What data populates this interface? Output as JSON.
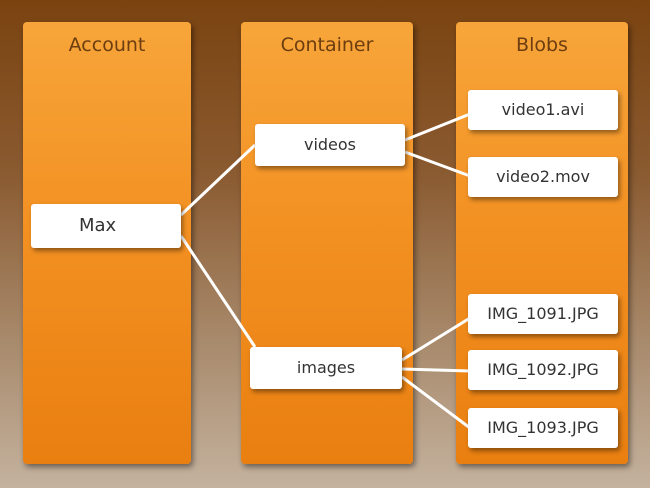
{
  "columns": {
    "account": "Account",
    "container": "Container",
    "blobs": "Blobs"
  },
  "account": {
    "name": "Max"
  },
  "containers": [
    {
      "name": "videos",
      "blobs": [
        "video1.avi",
        "video2.mov"
      ]
    },
    {
      "name": "images",
      "blobs": [
        "IMG_1091.JPG",
        "IMG_1092.JPG",
        "IMG_1093.JPG"
      ]
    }
  ],
  "colors": {
    "column_fill": "#f39123",
    "column_title": "#6b3d10",
    "node_fill": "#ffffff",
    "connector": "#ffffff"
  }
}
